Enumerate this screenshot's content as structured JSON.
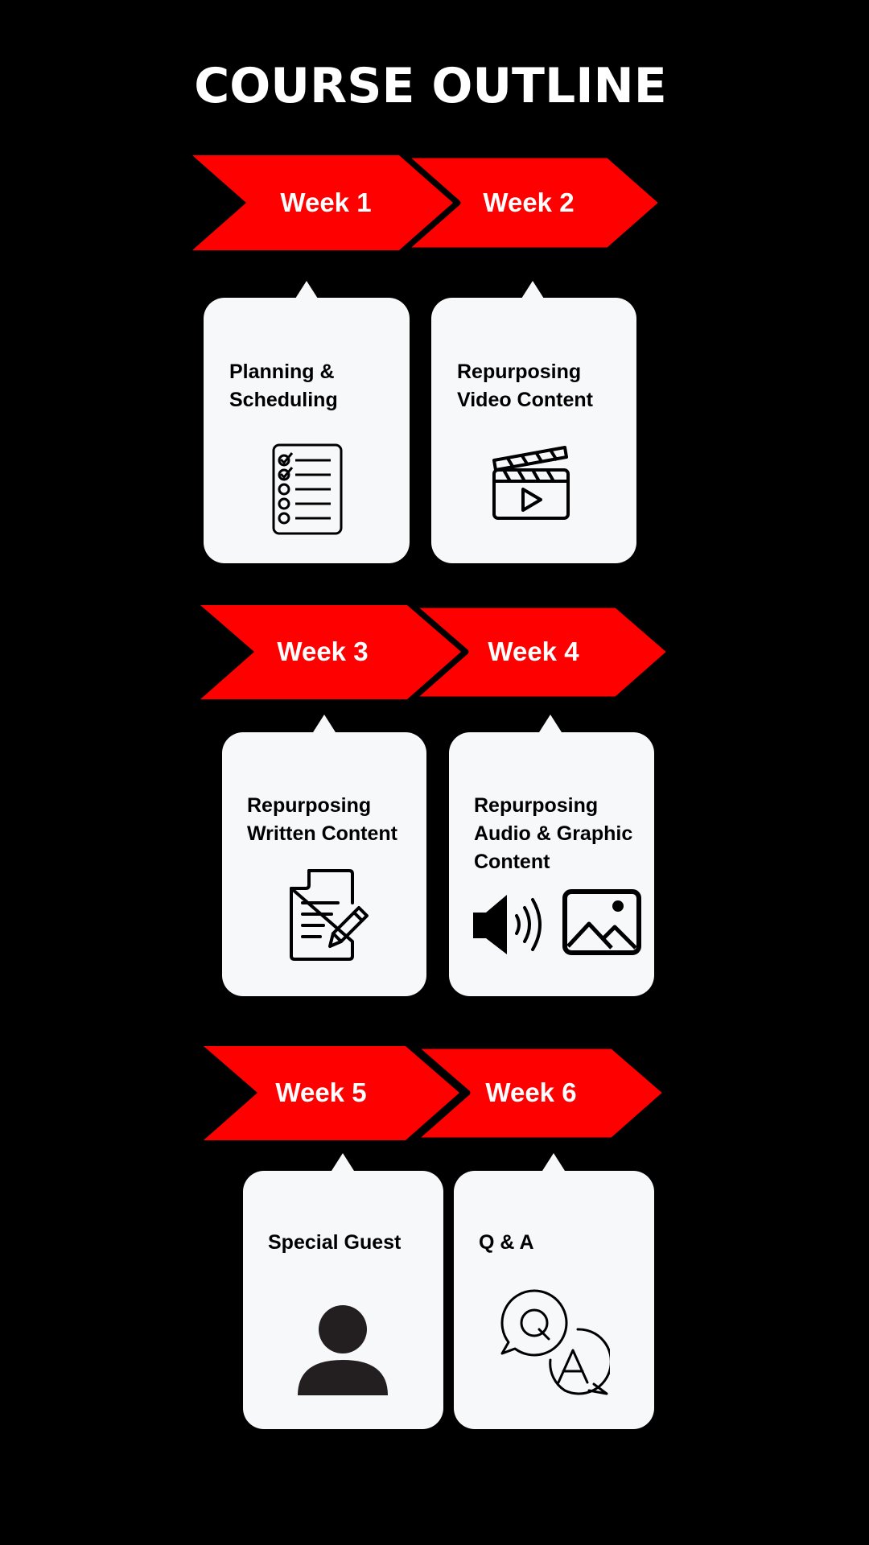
{
  "title": "COURSE OUTLINE",
  "colors": {
    "background": "#000000",
    "arrow": "#ff0000",
    "card": "#f7f8fa",
    "text": "#000000"
  },
  "weeks": [
    {
      "label": "Week 1",
      "topic_lines": [
        "Planning &",
        "Scheduling"
      ],
      "icon": "checklist-icon"
    },
    {
      "label": "Week 2",
      "topic_lines": [
        "Repurposing",
        "Video Content"
      ],
      "icon": "clapperboard-icon"
    },
    {
      "label": "Week 3",
      "topic_lines": [
        "Repurposing",
        "Written Content"
      ],
      "icon": "document-edit-icon"
    },
    {
      "label": "Week 4",
      "topic_lines": [
        "Repurposing",
        "Audio & Graphic",
        "Content"
      ],
      "icon": "speaker-and-image-icon"
    },
    {
      "label": "Week 5",
      "topic_lines": [
        "Special Guest"
      ],
      "icon": "person-icon"
    },
    {
      "label": "Week 6",
      "topic_lines": [
        "Q & A"
      ],
      "icon": "qa-bubbles-icon"
    }
  ]
}
